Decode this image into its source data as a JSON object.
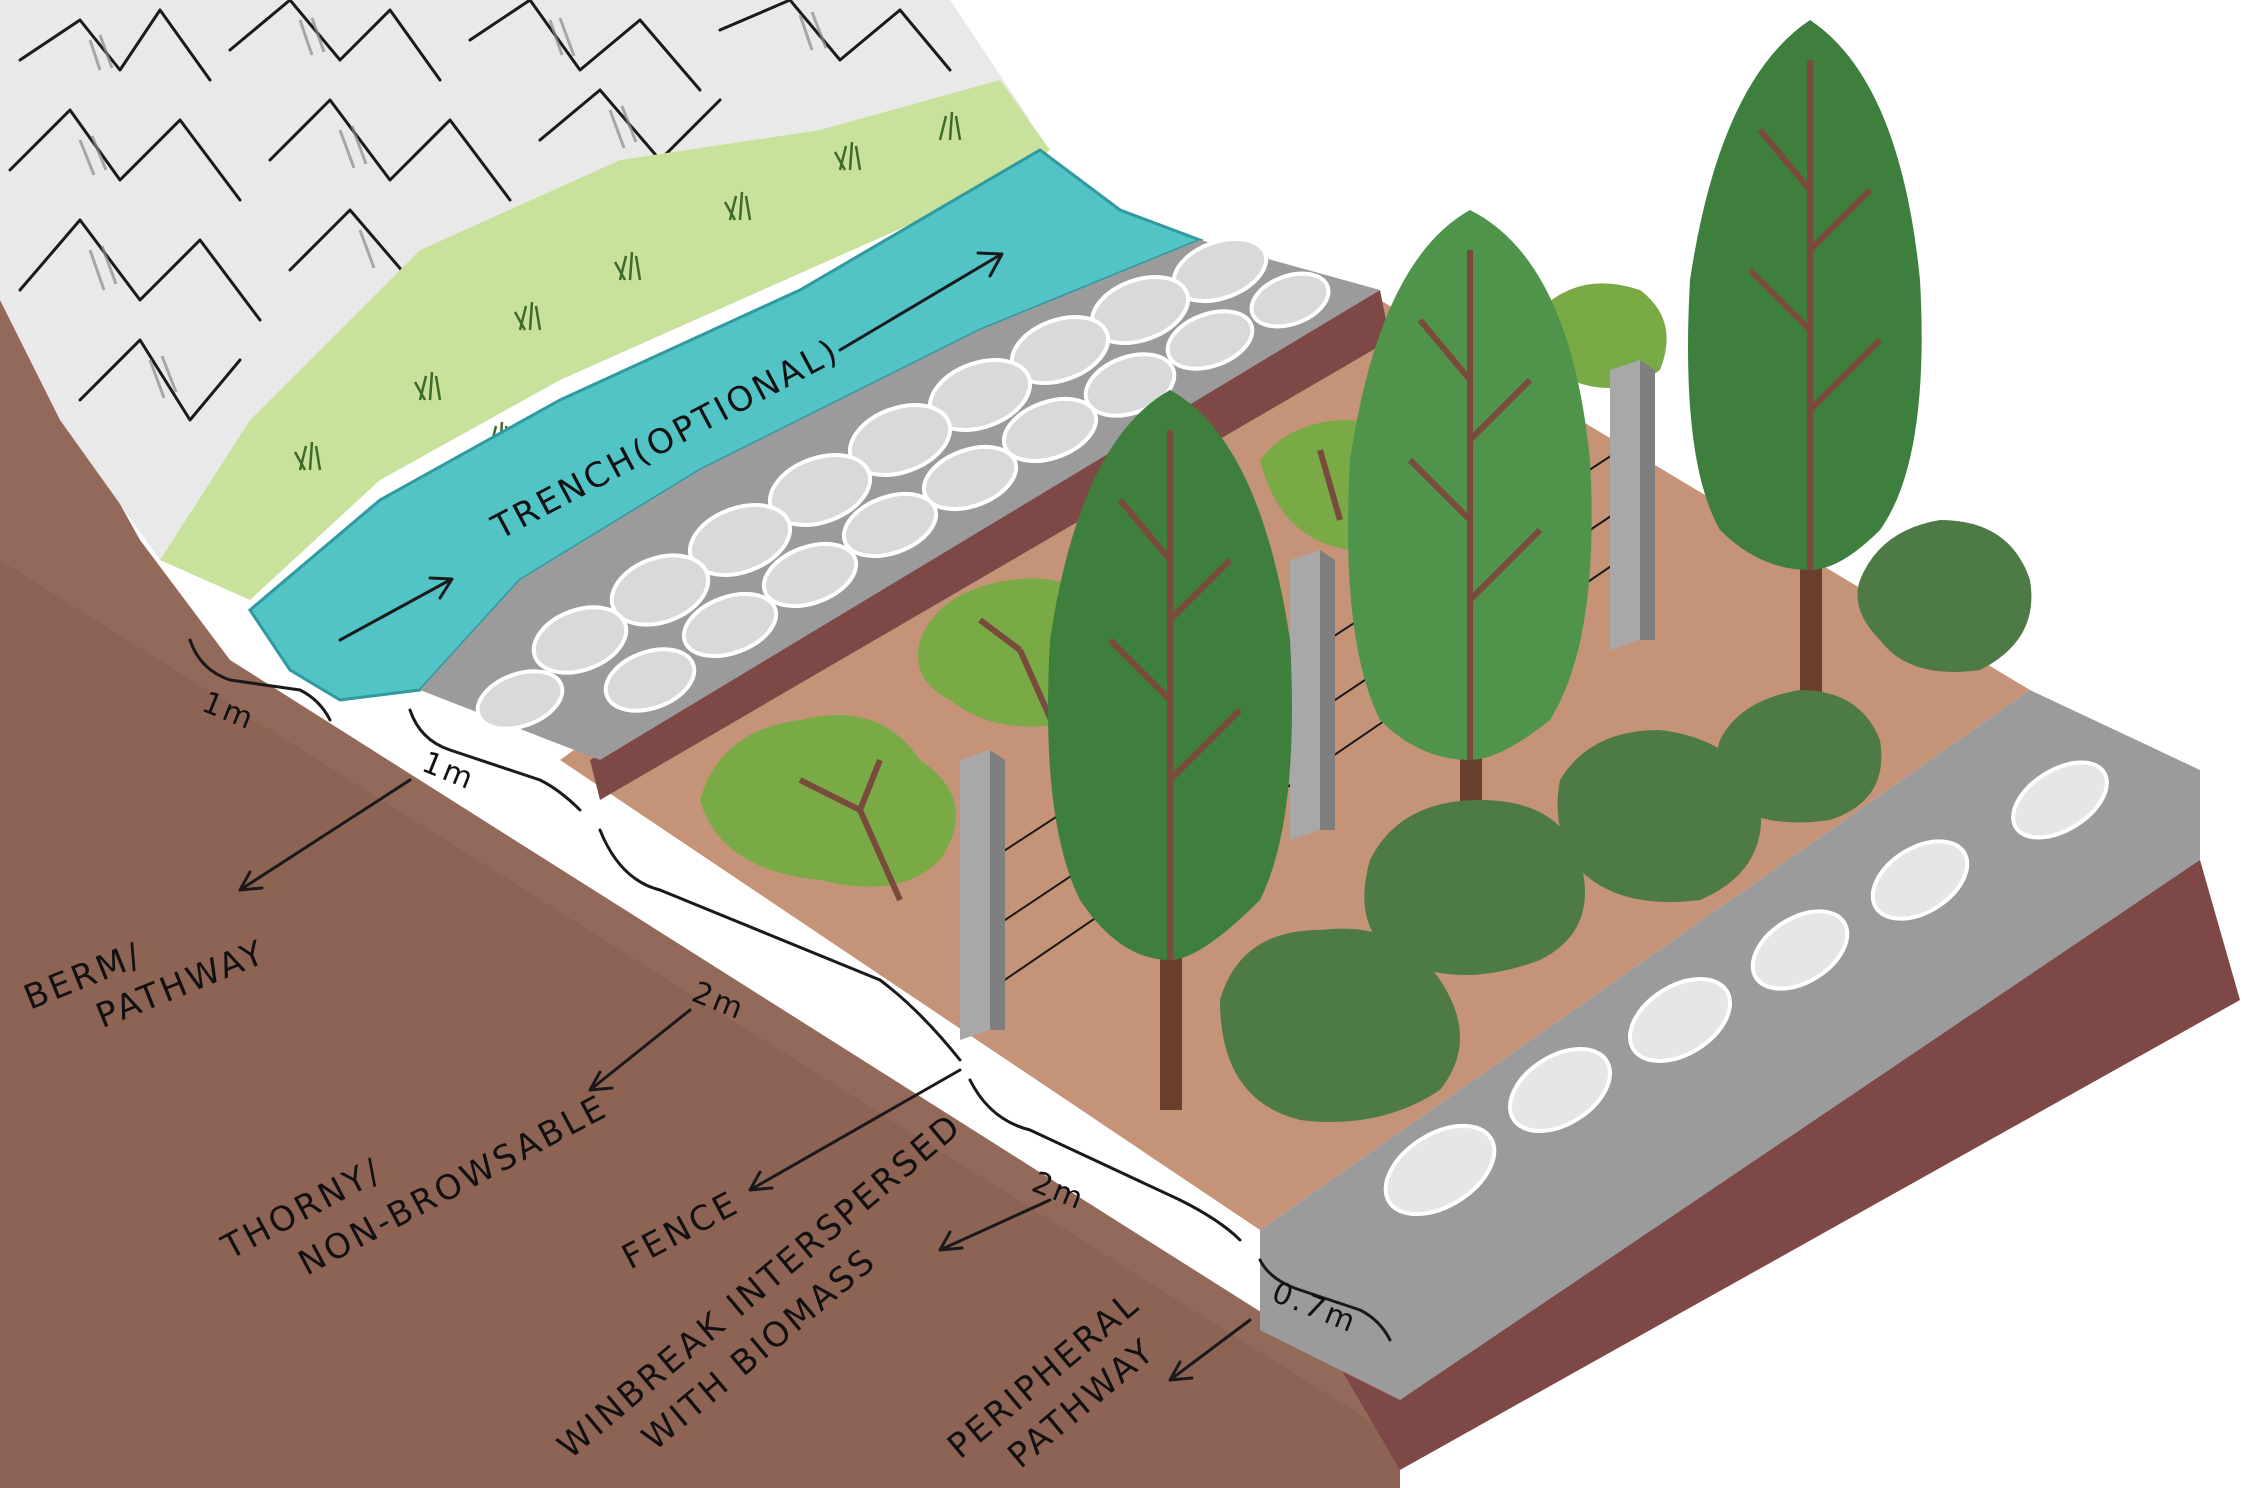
{
  "colors": {
    "soil_side": "#93695a",
    "soil_top": "#c59478",
    "red_soil": "#7e4846",
    "grass": "#c8e29b",
    "water": "#52c4c6",
    "stone_fill": "#d9d9d9",
    "stone_grout": "#9b9b9b",
    "mountain": "#e9e9e9",
    "tree_dark": "#3f7f3e",
    "tree_mid": "#4f944a",
    "shrub_light": "#7aaa45",
    "shrub_dark": "#4e7a45",
    "post": "#a8a8a8"
  },
  "labels": {
    "trench": "TRENCH(OPTIONAL)",
    "berm_line1": "BERM/",
    "berm_line2": "PATHWAY",
    "thorny_line1": "THORNY/",
    "thorny_line2": "NON-BROWSABLE",
    "fence": "FENCE",
    "windbreak_line1": "WINBREAK INTERSPERSED",
    "windbreak_line2": "WITH BIOMASS",
    "peripheral_line1": "PERIPHERAL",
    "peripheral_line2": "PATHWAY"
  },
  "dimensions": {
    "trench_width": "1m",
    "berm_width": "1m",
    "thorny_width": "2m",
    "windbreak_width": "2m",
    "peripheral_width": "0.7m"
  }
}
